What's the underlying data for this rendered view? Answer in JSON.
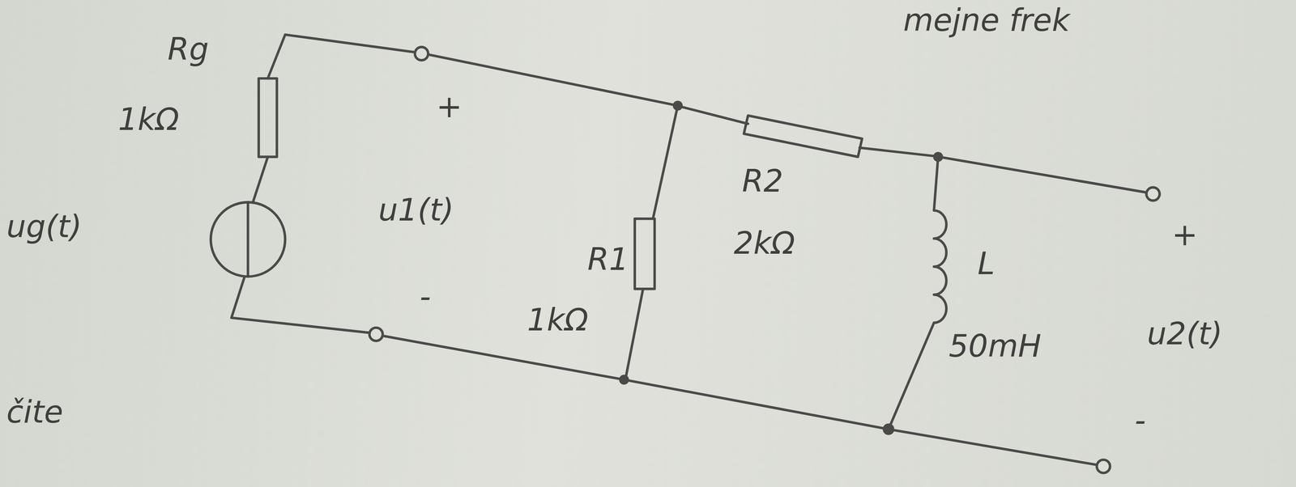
{
  "diagram": {
    "labels": [
      "mejne frek",
      "Rg",
      "1kΩ",
      "ug(t)",
      "+",
      "u1(t)",
      "-",
      "R1",
      "1kΩ",
      "R2",
      "2kΩ",
      "L",
      "50mH",
      "+",
      "u2(t)",
      "-",
      "čite"
    ]
  }
}
